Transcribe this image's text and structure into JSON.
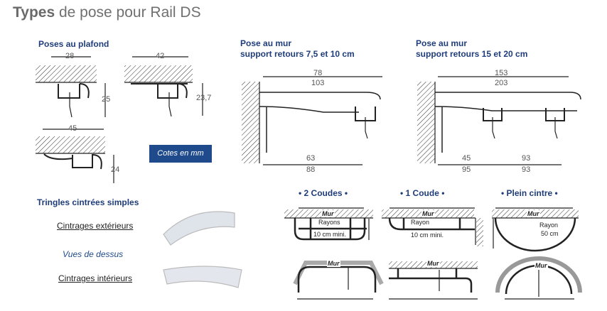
{
  "title": {
    "bold": "Types",
    "rest": " de pose pour Rail DS"
  },
  "plafond": {
    "heading": "Poses au plafond",
    "dims": [
      "28",
      "25",
      "42",
      "23,7",
      "45",
      "24"
    ],
    "cotes": "Cotes en mm"
  },
  "mur1": {
    "heading_line1": "Pose au mur",
    "heading_line2": "support retours 7,5 et 10 cm",
    "top": [
      "78",
      "103"
    ],
    "bottom": [
      "63",
      "88"
    ]
  },
  "mur2": {
    "heading_line1": "Pose au mur",
    "heading_line2": "support retours 15 et 20 cm",
    "top": [
      "153",
      "203"
    ],
    "bottom_left": [
      "45",
      "95"
    ],
    "bottom_right": [
      "93",
      "93"
    ]
  },
  "tringles": {
    "heading": "Tringles cintrées simples",
    "ext": "Cintrages extérieurs",
    "vues": "Vues de dessus",
    "int": "Cintrages intérieurs"
  },
  "coudes": {
    "c2": {
      "title": "• 2 Coudes •",
      "rayons": "Rayons",
      "mini": "10 cm mini."
    },
    "c1": {
      "title": "• 1 Coude •",
      "rayon": "Rayon",
      "mini": "10 cm mini."
    },
    "plein": {
      "title": "• Plein cintre •",
      "rayon": "Rayon",
      "cm": "50 cm"
    },
    "mur": "Mur"
  }
}
